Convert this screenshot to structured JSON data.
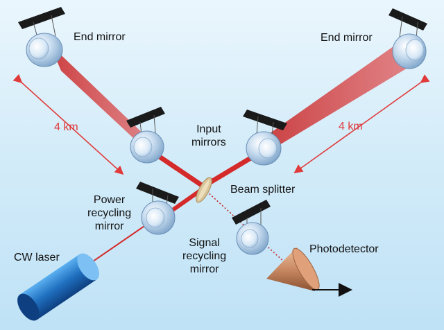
{
  "labels": {
    "end_mirror_left": "End mirror",
    "end_mirror_right": "End mirror",
    "distance_left": "4 km",
    "distance_right": "4 km",
    "input_mirrors": "Input\nmirrors",
    "beam_splitter": "Beam splitter",
    "power_recycling_mirror": "Power\nrecycling\nmirror",
    "signal_recycling_mirror": "Signal\nrecycling\nmirror",
    "cw_laser": "CW laser",
    "photodetector": "Photodetector"
  },
  "colors": {
    "laser_beam": "#d42a2a",
    "distance_marker": "#e03a3a",
    "mirror_body": "#b9d2ea",
    "laser_body": "#1f6fbf",
    "photodetector_cone": "#c98a63",
    "solar_panel": "#1a1a1a"
  }
}
